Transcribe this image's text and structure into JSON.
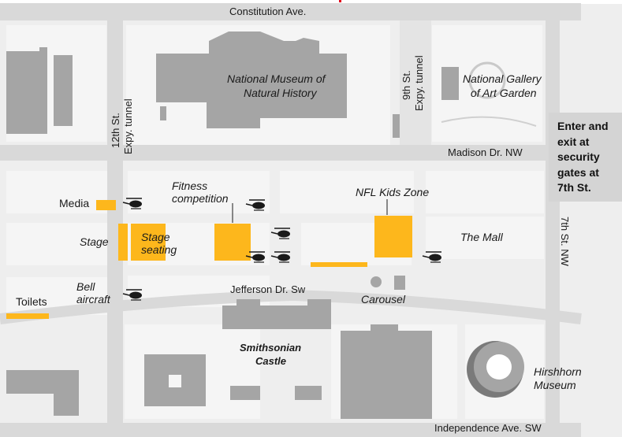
{
  "streets": {
    "constitution": "Constitution Ave.",
    "madison": "Madison Dr. NW",
    "jefferson": "Jefferson Dr. Sw",
    "independence": "Independence Ave. SW",
    "twelfth": "12th St.",
    "twelfth_tunnel": "Expy. tunnel",
    "ninth": "9th St.",
    "ninth_tunnel": "Expy. tunnel",
    "seventh": "7th St. NW"
  },
  "landmarks": {
    "natural_history_1": "National Museum of",
    "natural_history_2": "Natural History",
    "art_garden_1": "National Gallery",
    "art_garden_2": "of Art Garden",
    "castle_1": "Smithsonian",
    "castle_2": "Castle",
    "hirshhorn_1": "Hirshhorn",
    "hirshhorn_2": "Museum",
    "mall": "The Mall",
    "carousel": "Carousel"
  },
  "venues": {
    "media": "Media",
    "fitness_1": "Fitness",
    "fitness_2": "competition",
    "nfl": "NFL Kids Zone",
    "stage": "Stage",
    "seating_1": "Stage",
    "seating_2": "seating",
    "bell_1": "Bell",
    "bell_2": "aircraft",
    "toilets": "Toilets"
  },
  "security_note": "Enter and\nexit at\nsecurity\ngates at\n7th St.",
  "colors": {
    "event_area": "#fdb71c",
    "building": "#a5a5a5",
    "block": "#f5f5f5",
    "road": "#d9d9d9",
    "accent_line": "#e3001b"
  },
  "icons": [
    "helicopter-icon"
  ]
}
